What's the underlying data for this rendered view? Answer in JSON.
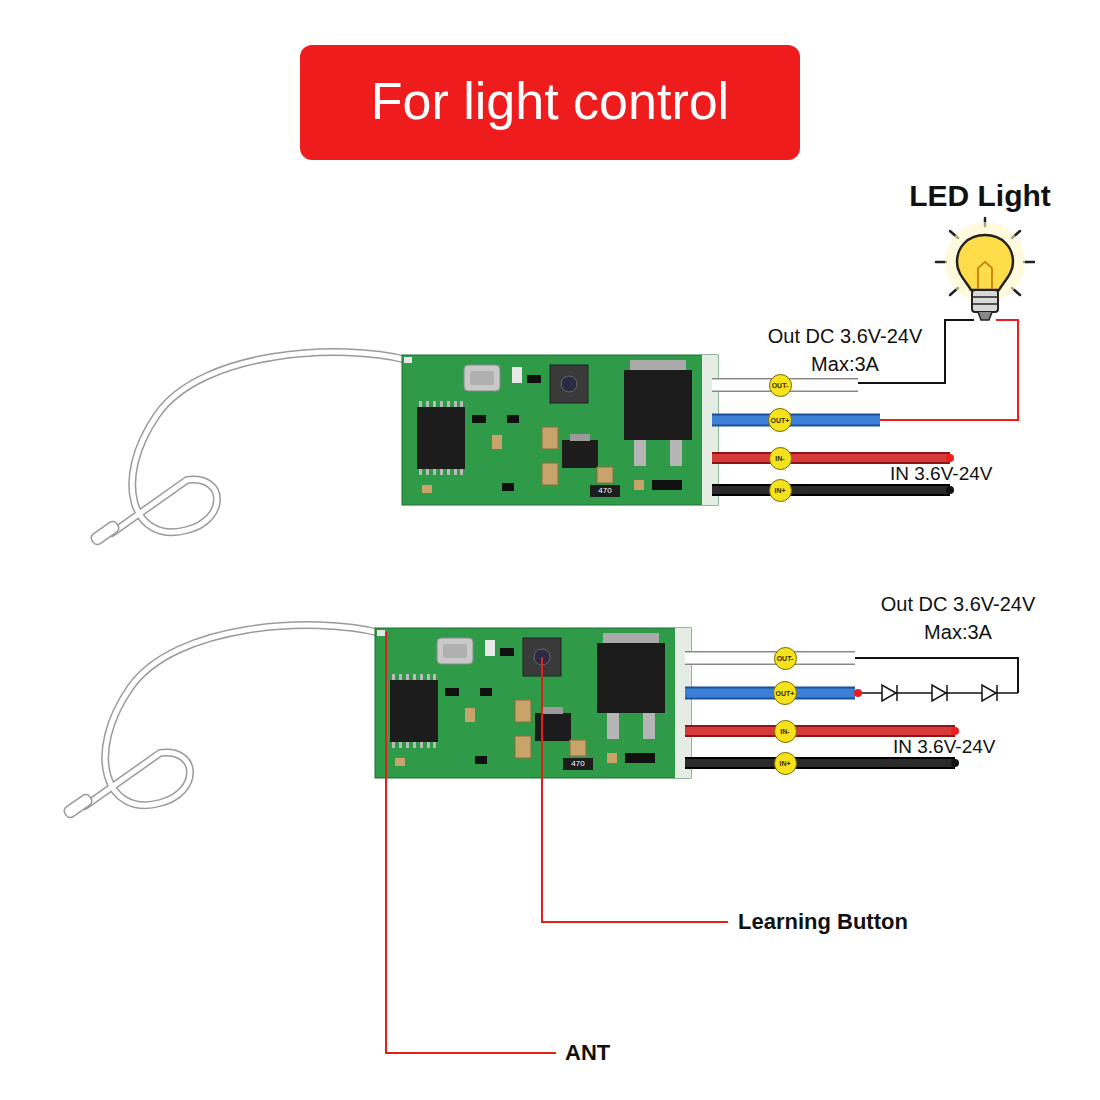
{
  "diagram": {
    "title": "For light control",
    "nodes": [
      {
        "text": [
          "OUT-"
        ]
      },
      {
        "text": [
          "OUT+"
        ]
      },
      {
        "text": [
          "IN-"
        ]
      },
      {
        "text": [
          "IN+"
        ]
      },
      {
        "text": [
          "OUT-"
        ]
      },
      {
        "text": [
          "OUT+"
        ]
      },
      {
        "text": [
          "IN-"
        ]
      },
      {
        "text": [
          "IN+"
        ]
      }
    ],
    "labels": [
      "LED Light",
      "Out DC 3.6V-24V Max:3A",
      "IN 3.6V-24V",
      "470",
      "Out DC 3.6V-24V Max:3A",
      "IN 3.6V-24V",
      "470",
      "Learning Button",
      "ANT"
    ]
  }
}
